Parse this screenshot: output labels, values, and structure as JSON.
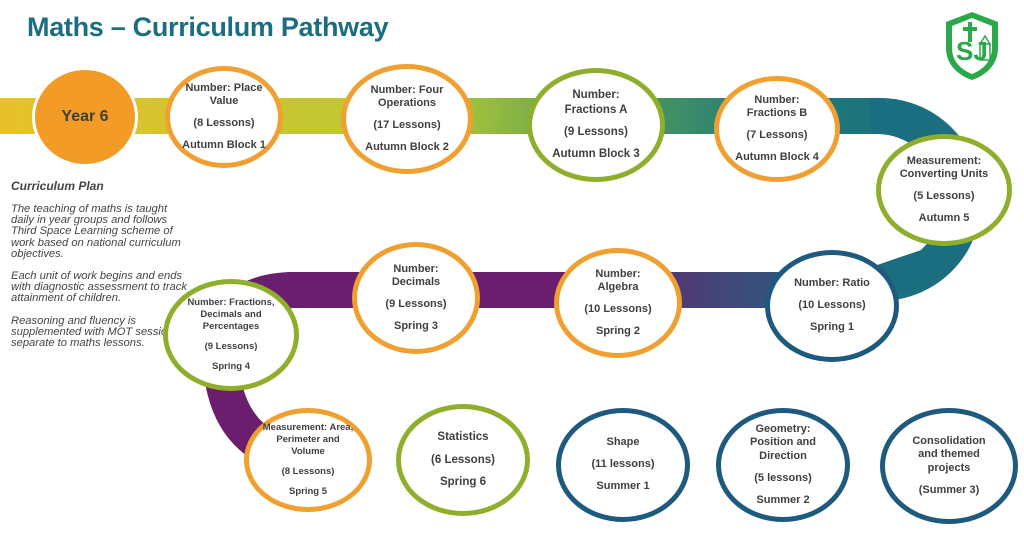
{
  "title": "Maths – Curriculum Pathway",
  "logo": {
    "text": "SJ",
    "icon": "school-shield-logo",
    "color": "#2aa84a"
  },
  "year_badge": {
    "label": "Year 6",
    "color": "#f29b26"
  },
  "curriculum_plan": {
    "heading": "Curriculum Plan",
    "paragraphs": [
      "The teaching of maths is taught daily in year groups and follows Third Space Learning scheme of work based on national curriculum objectives.",
      "Each unit of work begins and ends with diagnostic assessment to track attainment of children.",
      "Reasoning and fluency is supplemented with MOT sessions separate to maths lessons."
    ]
  },
  "colors": {
    "title": "#1b6e80",
    "ring_orange": "#f0a030",
    "ring_green": "#8fae2b",
    "ring_blue": "#1e5a7e",
    "path_yellow": "#e8c12a",
    "path_lime": "#b5c935",
    "path_teal": "#1b6e80",
    "path_purple": "#6b1d6e",
    "path_crimson": "#c0183e",
    "path_orange": "#e8742a",
    "path_gold": "#f2b320"
  },
  "units": [
    {
      "title": "Number: Place Value",
      "lessons": "(8 Lessons)",
      "block": "Autumn Block 1",
      "ring": "orange"
    },
    {
      "title": "Number: Four Operations",
      "lessons": "(17 Lessons)",
      "block": "Autumn Block 2",
      "ring": "orange"
    },
    {
      "title": "Number: Fractions  A",
      "lessons": "(9 Lessons)",
      "block": "Autumn Block 3",
      "ring": "green"
    },
    {
      "title": "Number: Fractions B",
      "lessons": "(7 Lessons)",
      "block": "Autumn Block 4",
      "ring": "orange"
    },
    {
      "title": "Measurement: Converting Units",
      "lessons": "(5 Lessons)",
      "block": "Autumn 5",
      "ring": "green"
    },
    {
      "title": "Number: Ratio",
      "lessons": "(10 Lessons)",
      "block": "Spring 1",
      "ring": "blue"
    },
    {
      "title": "Number: Algebra",
      "lessons": "(10 Lessons)",
      "block": "Spring 2",
      "ring": "orange"
    },
    {
      "title": "Number: Decimals",
      "lessons": "(9 Lessons)",
      "block": "Spring 3",
      "ring": "orange"
    },
    {
      "title": "Number: Fractions, Decimals and Percentages",
      "lessons": "(9 Lessons)",
      "block": "Spring 4",
      "ring": "green"
    },
    {
      "title": "Measurement: Area, Perimeter and Volume",
      "lessons": "(8 Lessons)",
      "block": "Spring 5",
      "ring": "orange"
    },
    {
      "title": "Statistics",
      "lessons": "(6 Lessons)",
      "block": "Spring 6",
      "ring": "green"
    },
    {
      "title": "Shape",
      "lessons": "(11 lessons)",
      "block": "Summer 1",
      "ring": "blue"
    },
    {
      "title": "Geometry: Position and Direction",
      "lessons": "(5 lessons)",
      "block": "Summer 2",
      "ring": "blue"
    },
    {
      "title": "Consolidation and themed projects",
      "lessons": "",
      "block": "(Summer 3)",
      "ring": "blue"
    }
  ]
}
